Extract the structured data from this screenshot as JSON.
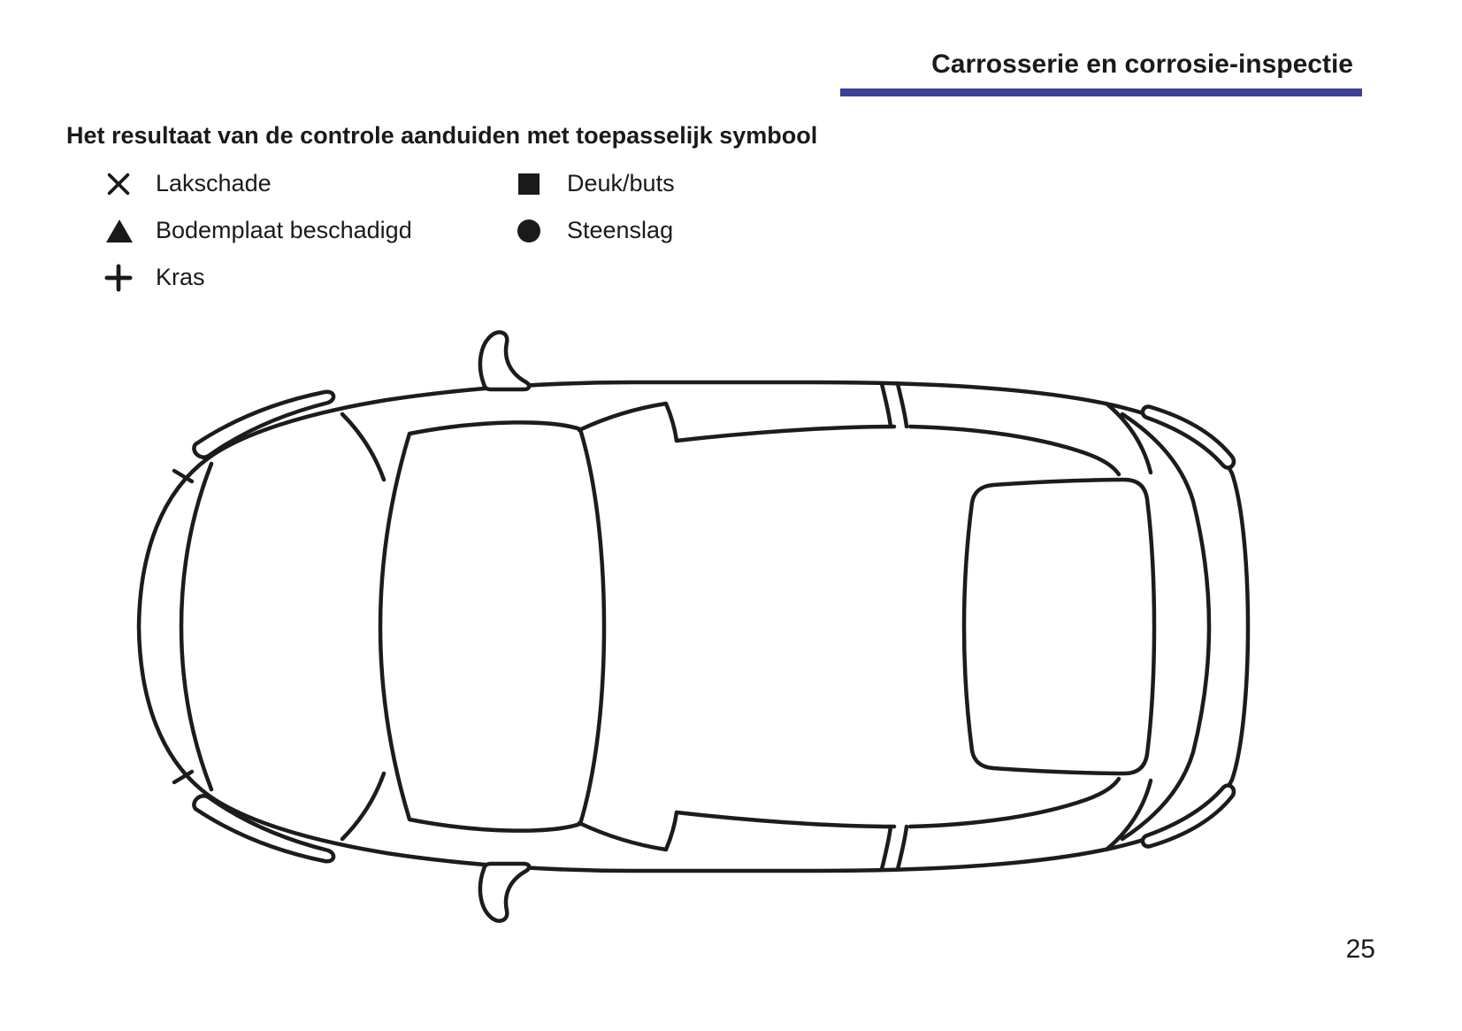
{
  "page": {
    "title": "Carrosserie en corrosie-inspectie",
    "heading": "Het resultaat van de controle aanduiden met toepasselijk symbool",
    "page_number": "25",
    "accent_color": "#3d4094"
  },
  "legend": {
    "columns": [
      {
        "items": [
          {
            "icon": "x-mark-icon",
            "label": "Lakschade"
          },
          {
            "icon": "triangle-icon",
            "label": "Bodemplaat beschadigd"
          },
          {
            "icon": "plus-icon",
            "label": "Kras"
          }
        ]
      },
      {
        "items": [
          {
            "icon": "square-icon",
            "label": "Deuk/buts"
          },
          {
            "icon": "circle-icon",
            "label": "Steenslag"
          }
        ]
      }
    ]
  },
  "diagram": {
    "name": "car-top-view-outline"
  }
}
